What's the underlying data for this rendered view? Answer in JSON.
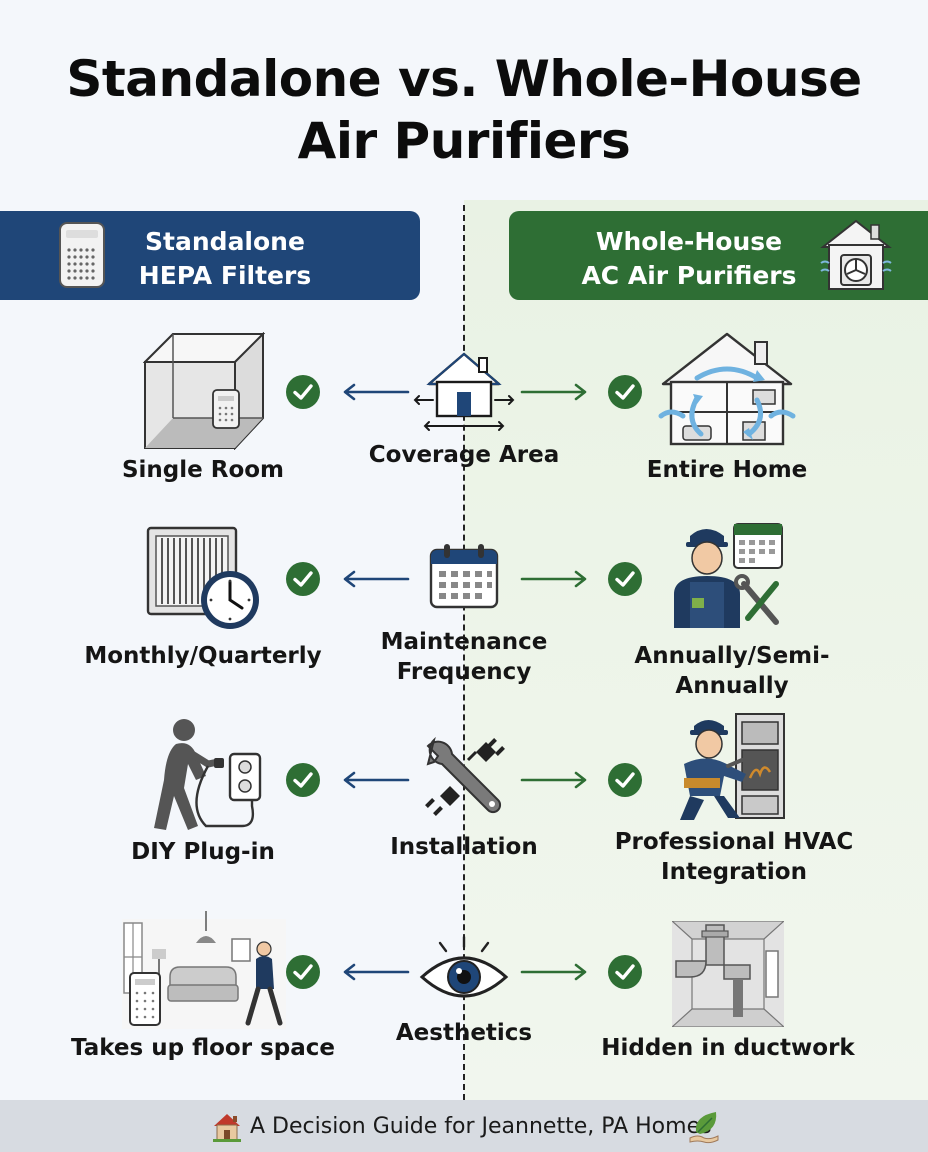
{
  "title": {
    "line1": "Standalone vs. Whole-House",
    "line2": "Air Purifiers"
  },
  "left_header": {
    "line1": "Standalone",
    "line2": "HEPA Filters",
    "color": "#1f4678"
  },
  "right_header": {
    "line1": "Whole-House",
    "line2": "AC Air Purifiers",
    "color": "#2e6e34"
  },
  "rows": [
    {
      "category": [
        "Coverage Area"
      ],
      "left": [
        "Single Room"
      ],
      "right": [
        "Entire Home"
      ]
    },
    {
      "category": [
        "Maintenance",
        "Frequency"
      ],
      "left": [
        "Monthly/Quarterly"
      ],
      "right": [
        "Annually/Semi-Annually"
      ]
    },
    {
      "category": [
        "Installation"
      ],
      "left": [
        "DIY Plug-in"
      ],
      "right": [
        "Professional HVAC",
        "Integration"
      ]
    },
    {
      "category": [
        "Aesthetics"
      ],
      "left": [
        "Takes up floor space"
      ],
      "right": [
        "Hidden in ductwork"
      ]
    }
  ],
  "footer": {
    "text": "A Decision Guide for Jeannette, PA Homes"
  },
  "colors": {
    "navy": "#1f4678",
    "green": "#2e6e34",
    "check": "#2e6e34"
  },
  "icons": [
    "house-icon",
    "leaf-icon",
    "air-purifier-icon",
    "room-cube-icon",
    "calendar-icon",
    "filter-clock-icon",
    "technician-icon",
    "plug-wrench-icon",
    "person-plugging-icon",
    "hvac-technician-icon",
    "eye-icon",
    "living-room-icon",
    "ductwork-icon",
    "check-icon"
  ]
}
